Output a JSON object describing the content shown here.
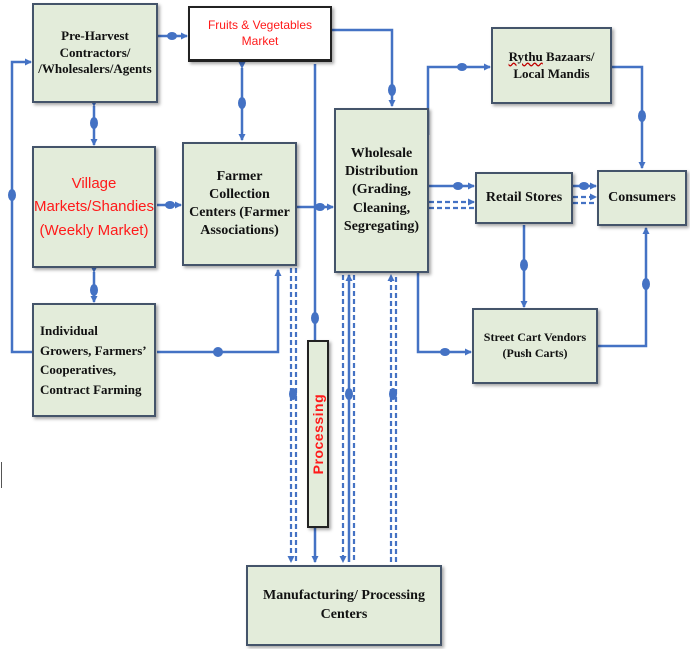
{
  "nodes": {
    "fruits_market": "Fruits & Vegetables\nMarket",
    "preharvest": "Pre-Harvest\nContractors/\n/Wholesalers/Agents",
    "rythu_word": "Rythu",
    "rythu_rest": " Bazaars/\nLocal Mandis",
    "village": "Village\nMarkets/Shandies\n(Weekly Market)",
    "farmer_centers": "Farmer\nCollection\nCenters (Farmer\nAssociations)",
    "wholesale": "Wholesale\nDistribution\n(Grading,\nCleaning,\nSegregating)",
    "retail": "Retail Stores",
    "consumers": "Consumers",
    "street_vendors": "Street Cart Vendors\n(Push Carts)",
    "growers": "Individual\nGrowers, Farmers’\nCooperatives,\nContract Farming",
    "manufacturing": "Manufacturing/ Processing\nCenters",
    "processing": "Processing"
  },
  "colors": {
    "connector": "#4472c4",
    "box_fill": "#e3ecda",
    "box_border": "#44546a",
    "highlight_text": "#ff1a1a"
  }
}
